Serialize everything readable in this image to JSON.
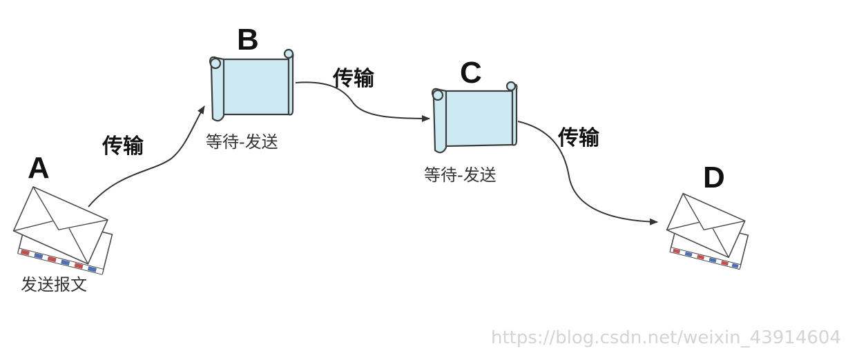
{
  "nodes": {
    "a": {
      "letter": "A",
      "caption": "发送报文"
    },
    "b": {
      "letter": "B",
      "caption": "等待-发送"
    },
    "c": {
      "letter": "C",
      "caption": "等待-发送"
    },
    "d": {
      "letter": "D"
    }
  },
  "edges": {
    "a_b": {
      "label": "传输"
    },
    "b_c": {
      "label": "传输"
    },
    "c_d": {
      "label": "传输"
    }
  },
  "watermark": "https://blog.csdn.net/weixin_43914604",
  "colors": {
    "scroll_fill": "#cdeaf3",
    "outline": "#3c3c3c",
    "envelope_stripe_red": "#c0504d",
    "envelope_stripe_blue": "#4f6fb0"
  },
  "icons": {
    "envelope": "envelope-stack-icon",
    "scroll": "scroll-icon"
  }
}
